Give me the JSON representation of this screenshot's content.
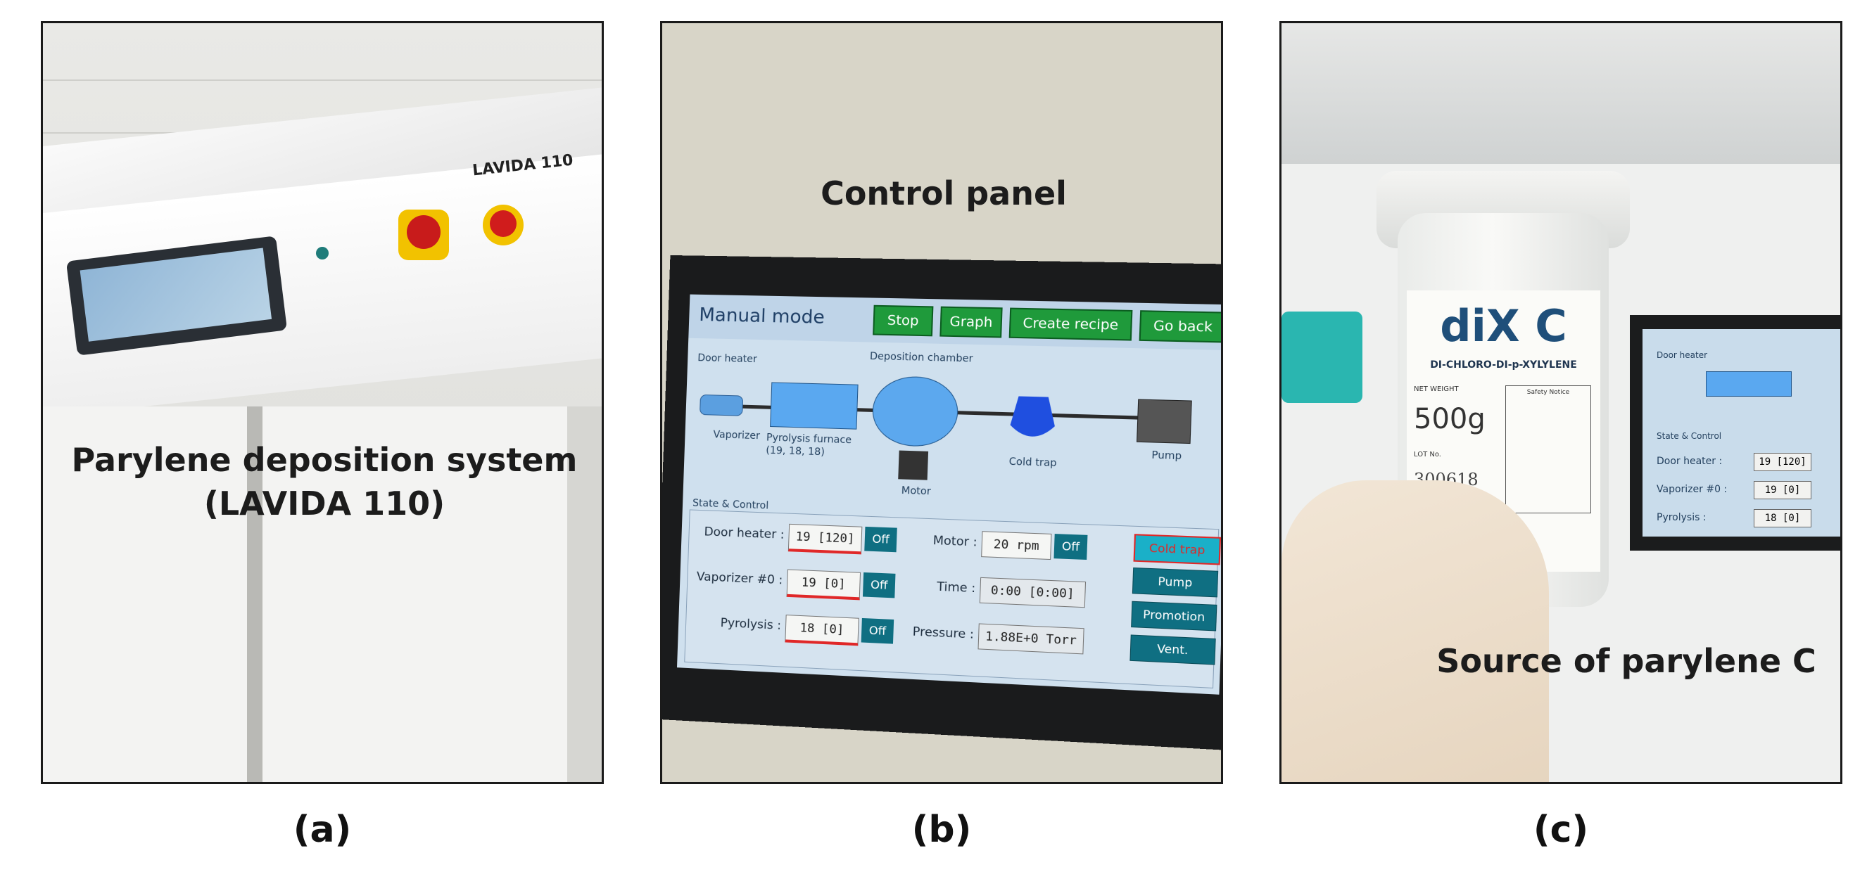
{
  "panels": {
    "a": {
      "caption": "Parylene deposition system\n(LAVIDA 110)",
      "machine_label": "LAVIDA 110",
      "subcaption": "(a)"
    },
    "b": {
      "caption": "Control panel",
      "subcaption": "(b)",
      "screen": {
        "title": "Manual mode",
        "buttons": [
          "Stop",
          "Graph",
          "Create recipe",
          "Go back"
        ],
        "diagram_labels": {
          "door_heater": "Door heater",
          "vaporizer": "Vaporizer",
          "pyrolysis_furnace": "Pyrolysis furnace",
          "pyrolysis_furnace_values": "(19, 18, 18)",
          "deposition_chamber": "Deposition chamber",
          "motor": "Motor",
          "cold_trap": "Cold trap",
          "pump": "Pump"
        },
        "state_control_title": "State & Control",
        "rows": [
          {
            "label": "Door heater :",
            "value": "19 [120]",
            "button": "Off"
          },
          {
            "label": "Vaporizer #0 :",
            "value": "19 [0]",
            "button": "Off"
          },
          {
            "label": "Pyrolysis :",
            "value": "18 [0]",
            "button": "Off"
          }
        ],
        "motor": {
          "label": "Motor :",
          "value": "20 rpm",
          "button": "Off"
        },
        "time": {
          "label": "Time :",
          "value": "0:00 [0:00]"
        },
        "pressure": {
          "label": "Pressure :",
          "value": "1.88E+0 Torr"
        },
        "side_buttons": [
          "Cold trap",
          "Pump",
          "Promotion",
          "Vent."
        ]
      }
    },
    "c": {
      "caption": "Source of parylene C",
      "subcaption": "(c)",
      "jar": {
        "brand": "diX C",
        "product": "DI-CHLORO-DI-p-XYLYLENE",
        "net_weight_label": "NET WEIGHT",
        "net_weight": "500g",
        "lot_label": "LOT No.",
        "lot_number": "300618",
        "safety_title": "Safety Notice"
      },
      "mini_screen": {
        "title": "Door heater",
        "state_control_title": "State & Control",
        "rows": [
          {
            "label": "Door heater :",
            "value": "19 [120]"
          },
          {
            "label": "Vaporizer #0 :",
            "value": "19 [0]"
          },
          {
            "label": "Pyrolysis :",
            "value": "18 [0]"
          }
        ]
      }
    }
  },
  "colors": {
    "button_green": "#1f9a3b",
    "off_teal": "#0f6f82",
    "cold_trap_red": "#e02828",
    "emergency_red": "#d01c1c",
    "switch_yellow": "#f2c200"
  }
}
